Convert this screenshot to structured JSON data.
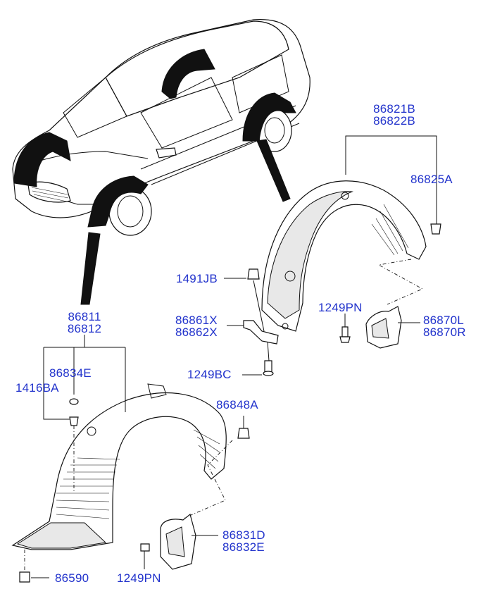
{
  "labels": {
    "rear_liner_a": "86821B",
    "rear_liner_b": "86822B",
    "rear_clip": "86825A",
    "clip_1491jb": "1491JB",
    "bracket_a": "86861X",
    "bracket_b": "86862X",
    "screw_1249bc": "1249BC",
    "screw_rear_1249pn": "1249PN",
    "rear_mudguard_a": "86870L",
    "rear_mudguard_b": "86870R",
    "front_liner_a": "86811",
    "front_liner_b": "86812",
    "nut_86834e": "86834E",
    "bolt_1416ba": "1416BA",
    "clip_86848a": "86848A",
    "front_mudguard_a": "86831D",
    "front_mudguard_b": "86832E",
    "bolt_86590": "86590",
    "screw_front_1249pn": "1249PN"
  },
  "colors": {
    "label": "#2233cc",
    "line": "#111111"
  }
}
